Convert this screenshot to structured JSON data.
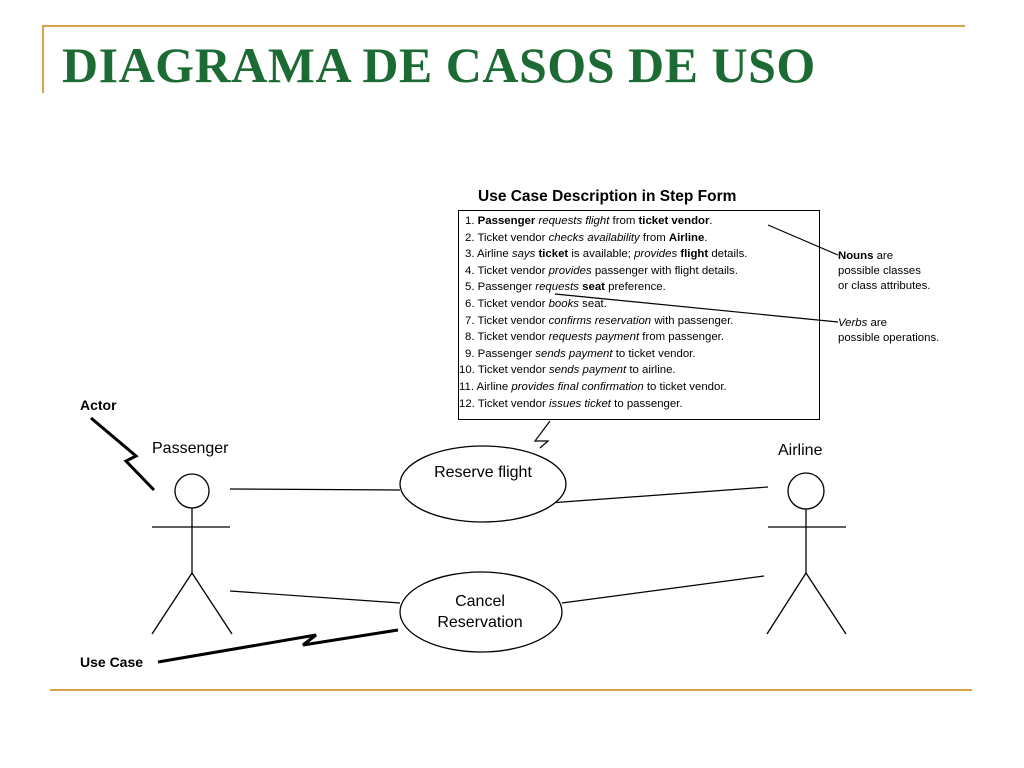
{
  "title": "DIAGRAMA DE CASOS DE USO",
  "description": {
    "heading": "Use Case Description in Step Form",
    "steps": [
      {
        "n": "1.",
        "parts": [
          {
            "t": "Passenger",
            "b": true
          },
          {
            "t": " "
          },
          {
            "t": "requests flight",
            "i": true
          },
          {
            "t": " from "
          },
          {
            "t": "ticket vendor",
            "b": true
          },
          {
            "t": "."
          }
        ]
      },
      {
        "n": "2.",
        "parts": [
          {
            "t": "Ticket vendor "
          },
          {
            "t": "checks availability",
            "i": true
          },
          {
            "t": " from "
          },
          {
            "t": "Airline",
            "b": true
          },
          {
            "t": "."
          }
        ]
      },
      {
        "n": "3.",
        "parts": [
          {
            "t": "Airline "
          },
          {
            "t": "says",
            "i": true
          },
          {
            "t": " "
          },
          {
            "t": "ticket",
            "b": true
          },
          {
            "t": " is available; "
          },
          {
            "t": "provides",
            "i": true
          },
          {
            "t": " "
          },
          {
            "t": "flight",
            "b": true
          },
          {
            "t": " details."
          }
        ]
      },
      {
        "n": "4.",
        "parts": [
          {
            "t": "Ticket vendor "
          },
          {
            "t": "provides",
            "i": true
          },
          {
            "t": " passenger with flight details."
          }
        ]
      },
      {
        "n": "5.",
        "parts": [
          {
            "t": "Passenger "
          },
          {
            "t": "requests",
            "i": true
          },
          {
            "t": " "
          },
          {
            "t": "seat",
            "b": true
          },
          {
            "t": " preference."
          }
        ]
      },
      {
        "n": "6.",
        "parts": [
          {
            "t": "Ticket vendor "
          },
          {
            "t": "books",
            "i": true
          },
          {
            "t": " seat."
          }
        ]
      },
      {
        "n": "7.",
        "parts": [
          {
            "t": "Ticket vendor "
          },
          {
            "t": "confirms reservation",
            "i": true
          },
          {
            "t": " with passenger."
          }
        ]
      },
      {
        "n": "8.",
        "parts": [
          {
            "t": "Ticket vendor "
          },
          {
            "t": "requests payment",
            "i": true
          },
          {
            "t": " from passenger."
          }
        ]
      },
      {
        "n": "9.",
        "parts": [
          {
            "t": "Passenger "
          },
          {
            "t": "sends payment",
            "i": true
          },
          {
            "t": " to ticket vendor."
          }
        ]
      },
      {
        "n": "10.",
        "parts": [
          {
            "t": "Ticket vendor "
          },
          {
            "t": "sends payment",
            "i": true
          },
          {
            "t": " to airline."
          }
        ]
      },
      {
        "n": "11.",
        "parts": [
          {
            "t": "Airline "
          },
          {
            "t": "provides final confirmation",
            "i": true
          },
          {
            "t": " to ticket vendor."
          }
        ]
      },
      {
        "n": "12.",
        "parts": [
          {
            "t": "Ticket vendor "
          },
          {
            "t": "issues ticket",
            "i": true
          },
          {
            "t": " to passenger."
          }
        ]
      }
    ]
  },
  "notes": {
    "nouns": {
      "bold": "Nouns",
      "rest": " are",
      "line2": "possible classes",
      "line3": "or class attributes."
    },
    "verbs": {
      "italic": "Verbs",
      "rest": " are",
      "line2": "possible operations."
    }
  },
  "labels": {
    "actor_callout": "Actor",
    "usecase_callout": "Use Case",
    "passenger": "Passenger",
    "airline": "Airline"
  },
  "use_cases": {
    "reserve": [
      "Reserve flight"
    ],
    "cancel": [
      "Cancel",
      "Reservation"
    ]
  }
}
